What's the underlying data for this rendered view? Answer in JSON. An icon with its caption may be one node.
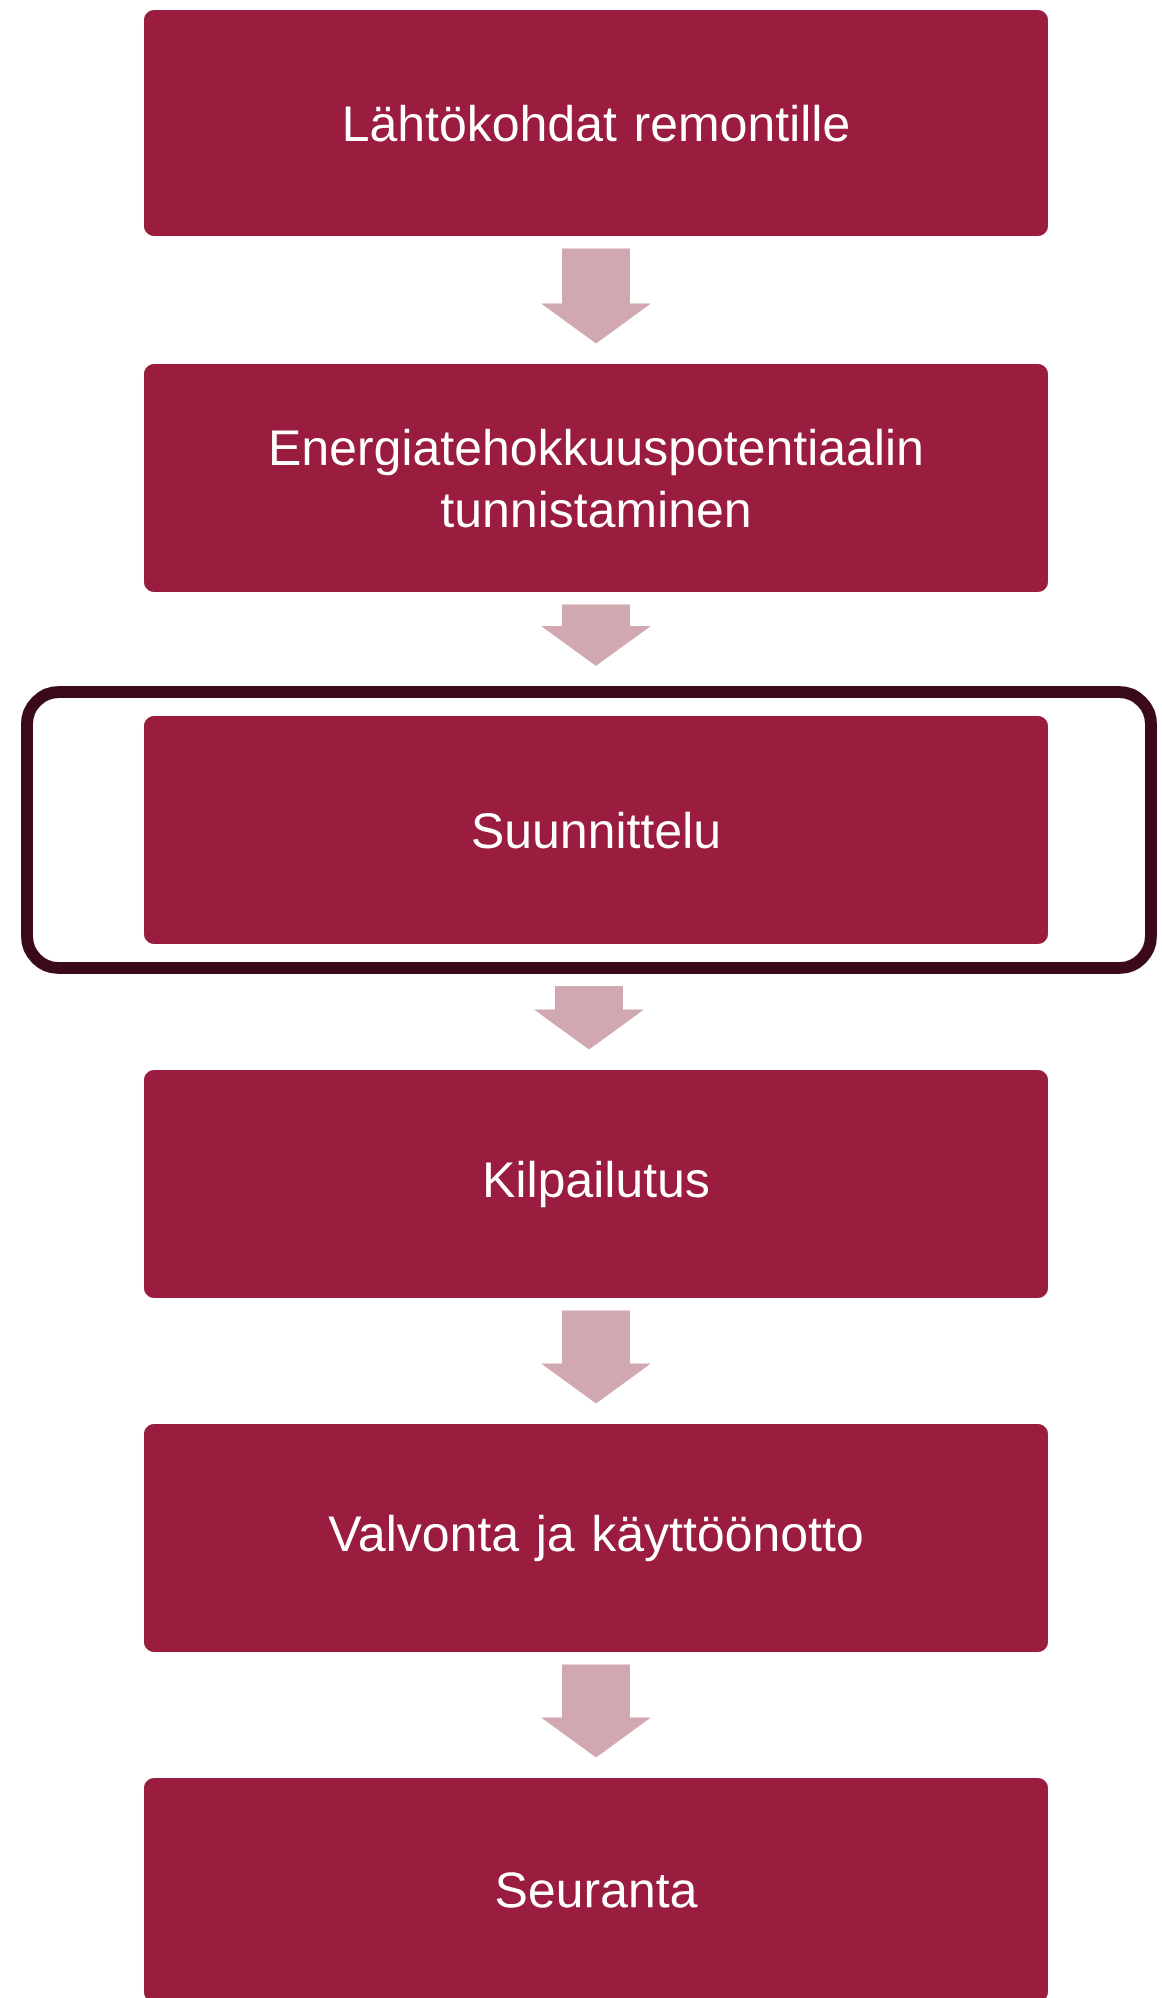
{
  "diagram": {
    "nodes": [
      {
        "text": [
          "Lähtökohdat remontille"
        ]
      },
      {
        "text": [
          "Energiatehokkuuspotentiaalin tunnistaminen"
        ]
      },
      {
        "text": [],
        "shape": "box"
      },
      {
        "text": [
          "Suunnittelu"
        ],
        "in": 2
      },
      {
        "text": [
          "Kilpailutus"
        ]
      },
      {
        "text": [
          "Valvonta ja käyttöönotto"
        ]
      },
      {
        "text": [
          "Seuranta"
        ]
      }
    ],
    "edges": [
      {
        "from": 0,
        "to": 1,
        "arrow": "to"
      },
      {
        "from": 1,
        "to": 2,
        "arrow": "to"
      },
      {
        "from": 2,
        "to": 4,
        "arrow": "to"
      },
      {
        "from": 4,
        "to": 5,
        "arrow": "to"
      },
      {
        "from": 5,
        "to": 6,
        "arrow": "to"
      }
    ]
  }
}
